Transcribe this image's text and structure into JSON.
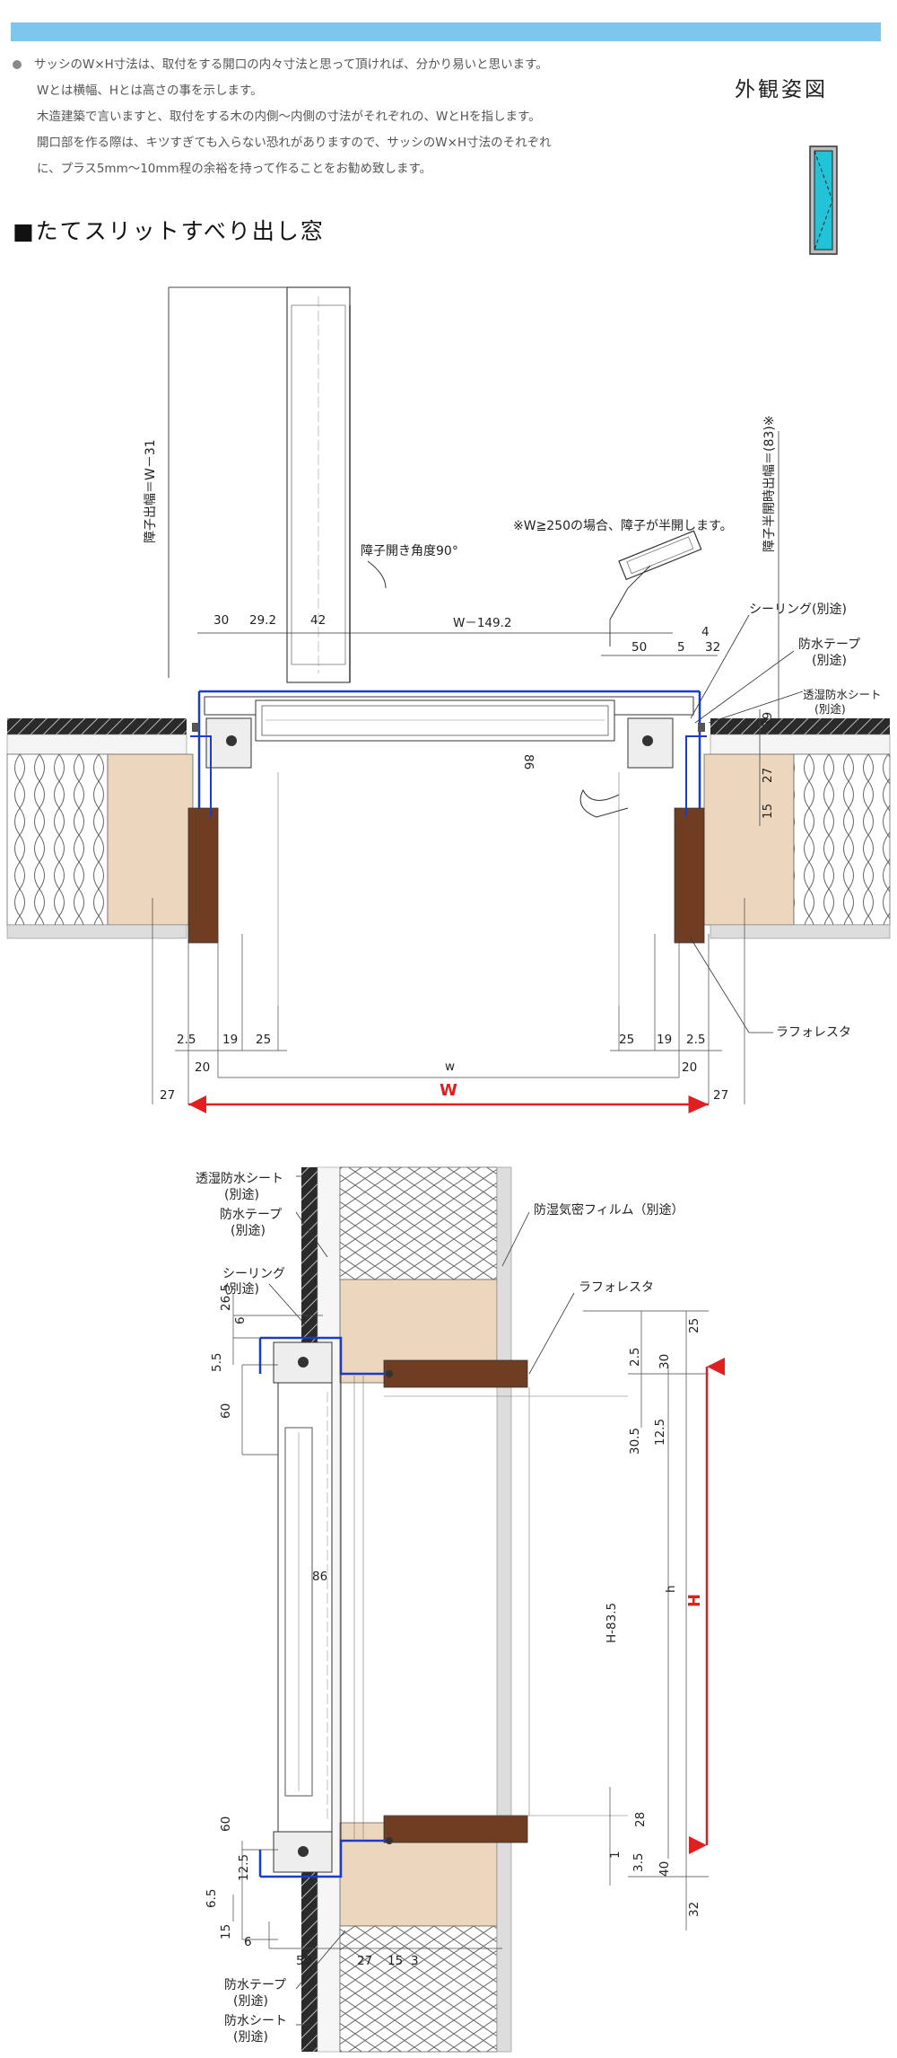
{
  "header": {
    "notes": [
      "サッシのW×H寸法は、取付をする開口の内々寸法と思って頂ければ、分かり易いと思います。",
      "Wとは横幅、Hとは高さの事を示します。",
      "木造建築で言いますと、取付をする木の内側～内側の寸法がそれぞれの、WとHを指します。",
      "開口部を作る際は、キツすぎても入らない恐れがありますので、サッシのW×H寸法のそれぞれ",
      "に、プラス5mm～10mm程の余裕を持って作ることをお勧め致します。"
    ],
    "view_title": "外観姿図",
    "section_title": "■たてスリットすべり出し窓"
  },
  "plan": {
    "vertical_texts": {
      "shoji_width": "障子出幅＝W－31",
      "half_open_width": "障子半開時出幅＝(83)※"
    },
    "labels": {
      "open_angle": "障子開き角度90°",
      "note_half_open": "※W≧250の場合、障子が半開します。",
      "sealing": "シーリング(別途)",
      "waterproof_tape_1": "防水テープ",
      "waterproof_tape_2": "(別途)",
      "breathable_sheet_1": "透湿防水シート",
      "breathable_sheet_2": "(別途)",
      "lafolesta": "ラフォレスタ"
    },
    "dims": {
      "d30": "30",
      "d29_2": "29.2",
      "d42": "42",
      "w_minus": "W－149.2",
      "d50": "50",
      "d5": "5",
      "d4": "4",
      "d32": "32",
      "d86": "86",
      "d39": "39",
      "d27r": "27",
      "d15r": "15",
      "b2_5l": "2.5",
      "b19l": "19",
      "b25l": "25",
      "b25r": "25",
      "b19r": "19",
      "b2_5r": "2.5",
      "b20l": "20",
      "b20r": "20",
      "w_small": "w",
      "b27l": "27",
      "b27r": "27",
      "W_big": "W"
    }
  },
  "section": {
    "labels": {
      "breathable_sheet_1": "透湿防水シート",
      "breathable_sheet_2": "(別途)",
      "waterproof_tape_1": "防水テープ",
      "waterproof_tape_2": "(別途)",
      "sealing_1": "シーリング",
      "sealing_2": "(別途)",
      "vapor_film": "防湿気密フィルム（別途）",
      "lafolesta": "ラフォレスタ",
      "waterproof_tape_b1": "防水テープ",
      "waterproof_tape_b2": "(別途)",
      "waterproof_sheet_b1": "防水シート",
      "waterproof_sheet_b2": "(別途)"
    },
    "dims": {
      "l26_5": "26.5",
      "l6": "6",
      "l5_5": "5.5",
      "l60t": "60",
      "d86": "86",
      "l60b": "60",
      "l12_5b": "12.5",
      "l6_5": "6.5",
      "l15": "15",
      "l6b": "6",
      "b50": "50",
      "b27": "27",
      "b15": "15",
      "b3": "3",
      "r2_5": "2.5",
      "r30": "30",
      "r25": "25",
      "r30_5": "30.5",
      "r12_5": "12.5",
      "r_h83": "H-83.5",
      "r_h": "h",
      "r28": "28",
      "r1": "1",
      "r3_5": "3.5",
      "r40": "40",
      "r32": "32",
      "H_big": "H"
    }
  }
}
